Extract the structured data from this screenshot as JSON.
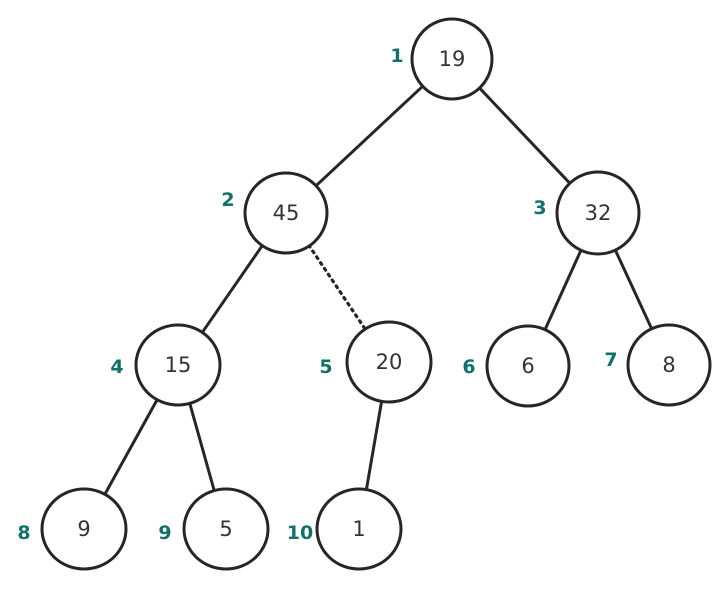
{
  "colors": {
    "index_label": "#11706a",
    "stroke": "#262626",
    "value_text": "#333333"
  },
  "tree": {
    "nodes": [
      {
        "index": "1",
        "value": "19"
      },
      {
        "index": "2",
        "value": "45"
      },
      {
        "index": "3",
        "value": "32"
      },
      {
        "index": "4",
        "value": "15"
      },
      {
        "index": "5",
        "value": "20"
      },
      {
        "index": "6",
        "value": "6"
      },
      {
        "index": "7",
        "value": "8"
      },
      {
        "index": "8",
        "value": "9"
      },
      {
        "index": "9",
        "value": "5"
      },
      {
        "index": "10",
        "value": "1"
      }
    ],
    "edges": [
      {
        "from": "1",
        "to": "2",
        "style": "solid"
      },
      {
        "from": "1",
        "to": "3",
        "style": "solid"
      },
      {
        "from": "2",
        "to": "4",
        "style": "solid"
      },
      {
        "from": "2",
        "to": "5",
        "style": "dotted"
      },
      {
        "from": "3",
        "to": "6",
        "style": "solid"
      },
      {
        "from": "3",
        "to": "7",
        "style": "solid"
      },
      {
        "from": "4",
        "to": "8",
        "style": "solid"
      },
      {
        "from": "4",
        "to": "9",
        "style": "solid"
      },
      {
        "from": "5",
        "to": "10",
        "style": "solid"
      }
    ]
  }
}
